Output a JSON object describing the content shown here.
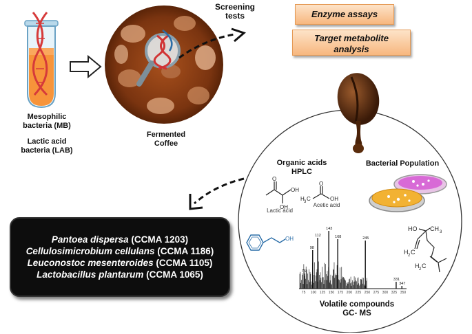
{
  "screening": {
    "line1": "Screening",
    "line2": "tests"
  },
  "enzyme_assays": "Enzyme assays",
  "target_metabolite": {
    "line1": "Target metabolite",
    "line2": "analysis"
  },
  "mesophilic": {
    "line1": "Mesophilic",
    "line2": "bacteria (MB)"
  },
  "lactic_bacteria": {
    "line1": "Lactic acid",
    "line2": "bacteria (LAB)"
  },
  "fermented": {
    "line1": "Fermented",
    "line2": "Coffee"
  },
  "organic_acids": {
    "line1": "Organic acids",
    "line2": "HPLC"
  },
  "bacterial_population": "Bacterial Population",
  "lactic_acid_label": "Lactic acid",
  "acetic_acid_label": "Acetic acid",
  "volatile": {
    "line1": "Volatile compounds",
    "line2": "GC- MS"
  },
  "strains": [
    {
      "name": "Pantoea dispersa",
      "code": "(CCMA 1203)"
    },
    {
      "name": "Cellulosimicrobium cellulans",
      "code": "(CCMA 1186)"
    },
    {
      "name": "Leuconostoc mesenteroides",
      "code": "(CCMA 1105)"
    },
    {
      "name": "Lactobacillus plantarum",
      "code": "(CCMA 1065)"
    }
  ],
  "ms_peaks": [
    "75",
    "98",
    "112",
    "143",
    "168",
    "245",
    "331",
    "347"
  ],
  "ms_axis_ticks": [
    "75",
    "100",
    "125",
    "150",
    "175",
    "200",
    "225",
    "250",
    "275",
    "300",
    "325",
    "350"
  ],
  "chem": {
    "oh": "OH",
    "o": "O",
    "h3c": "H",
    "three": "3",
    "c": "C",
    "ho": "HO",
    "ch3": "CH",
    "h2c": "H",
    "two": "2",
    "c2": "C"
  }
}
